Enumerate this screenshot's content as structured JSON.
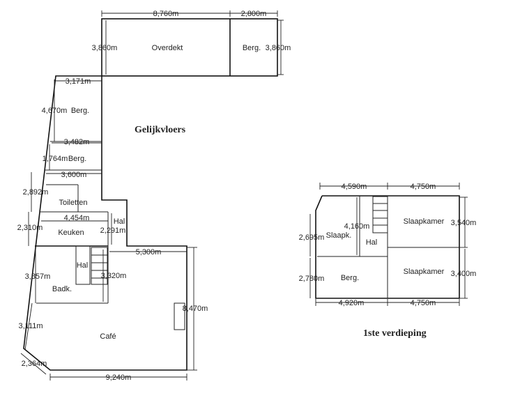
{
  "headings": {
    "ground_floor": "Gelijkvloers",
    "first_floor": "1ste verdieping"
  },
  "rooms": {
    "overdekt": "Overdekt",
    "berg_top": "Berg.",
    "berg_1": "Berg.",
    "berg_2": "Berg.",
    "toiletten": "Toiletten",
    "keuken": "Keuken",
    "hal_outside": "Hal",
    "hal_stairs": "Hal",
    "badk": "Badk.",
    "cafe": "Café",
    "slaapk_small": "Slaapk.",
    "hal_first": "Hal",
    "slaapkamer_1": "Slaapkamer",
    "slaapkamer_2": "Slaapkamer",
    "berg_first": "Berg."
  },
  "dimensions": {
    "overdekt_width": "8,760m",
    "berg_width": "2,800m",
    "overdekt_depth_left": "3,860m",
    "overdekt_depth_right": "3,860m",
    "berg1_width": "3,171m",
    "berg1_depth": "4,670m",
    "berg2_width": "3,482m",
    "berg2_depth": "1,764m",
    "toilet_width": "3,600m",
    "toilet_depth": "2,892m",
    "keuken_width": "4,454m",
    "keuken_depth_left": "2,310m",
    "keuken_depth_right": "2,291m",
    "cafe_top": "5,300m",
    "badk_depth": "3,857m",
    "hal_stairs_depth": "3,320m",
    "cafe_depth": "8,470m",
    "cafe_left_lower": "3,111m",
    "cafe_corner": "2,364m",
    "cafe_bottom": "9,240m",
    "f1_top_left": "4,590m",
    "f1_top_right": "4,750m",
    "f1_slaapk_depth": "2,695m",
    "f1_hal_depth": "4,160m",
    "f1_slaapkamer1_depth": "3,540m",
    "f1_berg_depth": "2,780m",
    "f1_slaapkamer2_depth": "3,400m",
    "f1_bottom_left": "4,920m",
    "f1_bottom_right": "4,750m"
  }
}
